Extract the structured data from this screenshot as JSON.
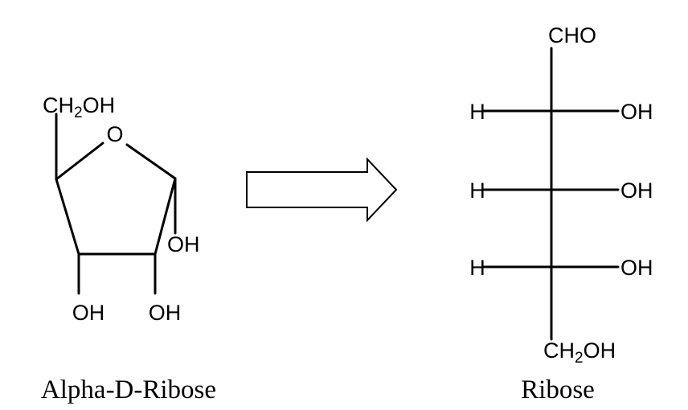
{
  "diagram": {
    "left_molecule": {
      "name": "Alpha-D-Ribose",
      "ring_oxygen": "O",
      "top_group": {
        "main": "CH",
        "subscript": "2",
        "rest": "OH"
      },
      "c1_oh": "OH",
      "c2_oh": "OH",
      "c3_oh": "OH"
    },
    "right_molecule": {
      "name": "Ribose",
      "top_group": "CHO",
      "rows": [
        {
          "left": "H",
          "right": "OH"
        },
        {
          "left": "H",
          "right": "OH"
        },
        {
          "left": "H",
          "right": "OH"
        }
      ],
      "bottom_group": {
        "main": "CH",
        "subscript": "2",
        "rest": "OH"
      }
    }
  }
}
